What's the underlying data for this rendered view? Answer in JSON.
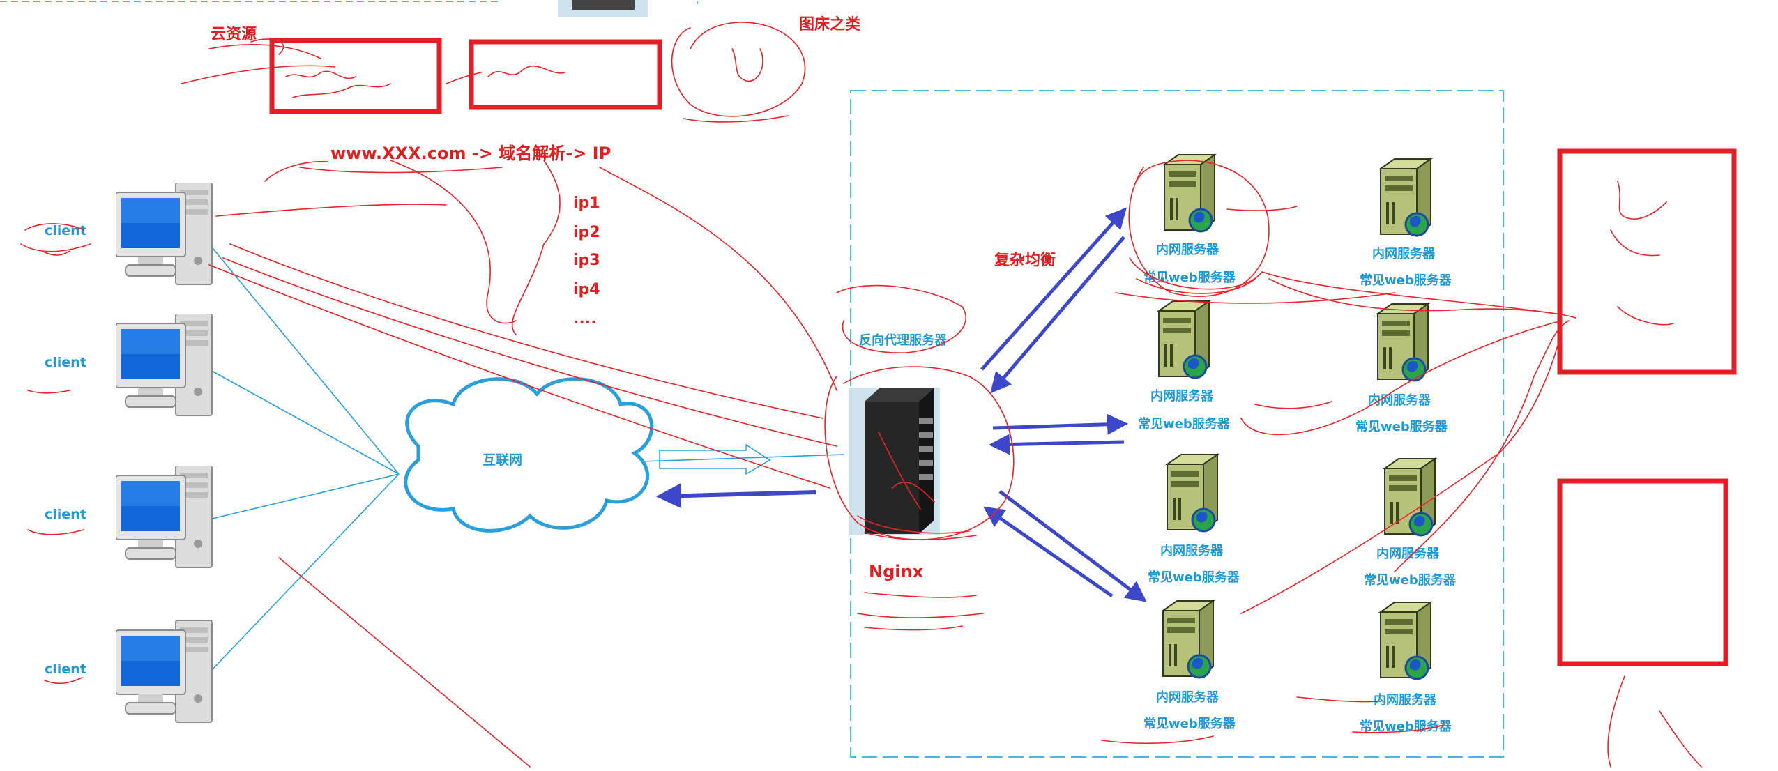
{
  "labels": {
    "client": "client",
    "internet": "互联网",
    "reverse_proxy": "反向代理服务器",
    "nginx": "Nginx",
    "complex_balance": "复杂均衡",
    "intranet_server": "内网服务器",
    "web_server": "常见web服务器",
    "cloud_resource": "云资源",
    "image_bed": "图床之类",
    "dns_resolve": "www.XXX.com -> 域名解析-> IP"
  },
  "ip_list": [
    "ip1",
    "ip2",
    "ip3",
    "ip4",
    "...."
  ],
  "colors": {
    "blue_text": "#1e9ad6",
    "red_ink": "#e8232a",
    "frame_red": "#e21e26",
    "arrow_blue": "#3d47c9",
    "server_green": "#b6c27a"
  }
}
